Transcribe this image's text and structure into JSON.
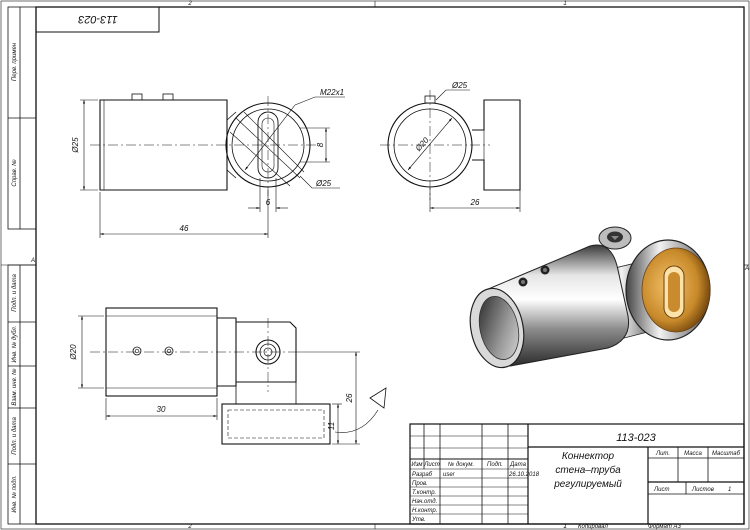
{
  "sheet": {
    "stamp_code": "113-023",
    "zone_marks": {
      "top_left": "2",
      "top_right": "1",
      "bottom_left": "2",
      "bottom_right": "1",
      "left": "A",
      "right": "A"
    },
    "side_labels": [
      "Перв. примен",
      "Справ. №",
      "Подп. и дата",
      "Инв. № дубл.",
      "Взам. инв. №",
      "Подп. и дата",
      "Инв. № подл."
    ]
  },
  "dimensions": {
    "m22": "М22х1",
    "d25_front": "Ø25",
    "d25_side_bottom": "Ø25",
    "d25_top": "Ø25",
    "d20_side": "Ø20",
    "d20_bottom": "Ø20",
    "eight": "8",
    "six": "6",
    "fortysix": "46",
    "twentysix_h": "26",
    "thirty": "30",
    "twentysix_v": "26",
    "eleven": "11"
  },
  "title_block": {
    "code": "113-023",
    "name_lines": [
      "Коннектор",
      "стена–труба",
      "регулируемый"
    ],
    "col_headers": [
      "Изм",
      "Лист",
      "№ докум.",
      "Подп.",
      "Дата"
    ],
    "row_labels": [
      "Разраб",
      "Пров.",
      "Т.контр.",
      "Нач.отд.",
      "Н.контр.",
      "Утв."
    ],
    "developer": "user",
    "date": "26.10.2018",
    "lit_label": "Лит.",
    "mass_label": "Масса",
    "scale_label": "Масштаб",
    "sheet_label": "Лист",
    "sheets_label": "Листов",
    "sheets_value": "1",
    "copied": "Копировал",
    "format": "Формат А3",
    "bottom_num": "1"
  }
}
